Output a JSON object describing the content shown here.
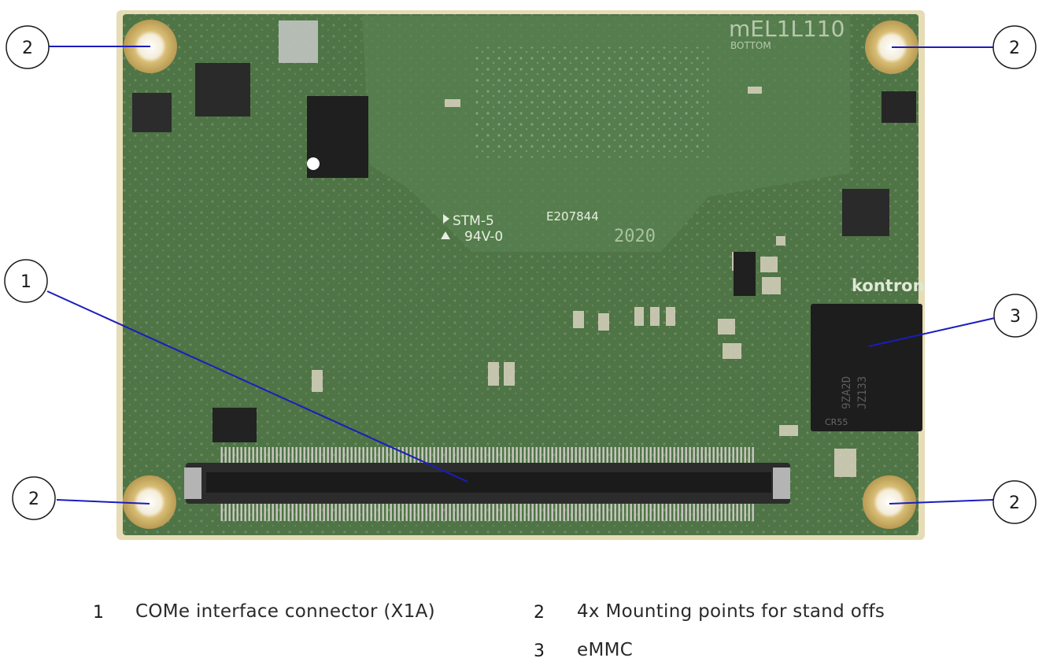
{
  "board": {
    "model_text": "mEL1L110",
    "side_text": "BOTTOM",
    "stm_text": "STM-5",
    "ul_text": "94V-0",
    "cert_text": "E207844",
    "year_text": "2020",
    "brand_text": "kontron",
    "emmc_marking_1": "9ZA2D",
    "emmc_marking_2": "JZ133",
    "emmc_marking_3": "CR55"
  },
  "callouts": [
    {
      "id": "1",
      "label": "1"
    },
    {
      "id": "2",
      "label": "2"
    },
    {
      "id": "3",
      "label": "3"
    }
  ],
  "legend": [
    {
      "num": "1",
      "text": "COMe interface connector (X1A)"
    },
    {
      "num": "2",
      "text": "4x Mounting points for stand offs"
    },
    {
      "num": "3",
      "text": "eMMC"
    }
  ],
  "colors": {
    "pcb": "#4f7446",
    "pcb_dark": "#3e5f37",
    "pcb_edge": "#e8ddb8",
    "copper_ring": "#d9bf7a",
    "leader_line": "#1c1cbf",
    "chip": "#1e1e1e",
    "silkscreen": "#e8efe0"
  }
}
